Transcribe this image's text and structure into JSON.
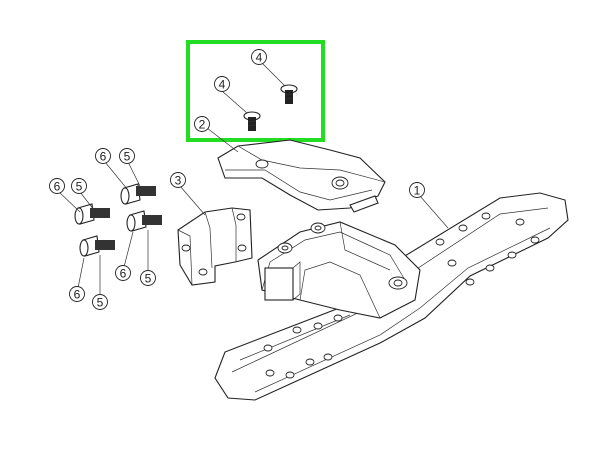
{
  "diagram": {
    "highlight_color": "#22dd22",
    "line_color": "#222222",
    "callouts": [
      {
        "id": "c4a",
        "label": "4"
      },
      {
        "id": "c4b",
        "label": "4"
      },
      {
        "id": "c2",
        "label": "2"
      },
      {
        "id": "c3",
        "label": "3"
      },
      {
        "id": "c1",
        "label": "1"
      },
      {
        "id": "c6a",
        "label": "6"
      },
      {
        "id": "c5a",
        "label": "5"
      },
      {
        "id": "c6b",
        "label": "6"
      },
      {
        "id": "c5b",
        "label": "5"
      },
      {
        "id": "c6c",
        "label": "6"
      },
      {
        "id": "c5c",
        "label": "5"
      },
      {
        "id": "c6d",
        "label": "6"
      },
      {
        "id": "c5d",
        "label": "5"
      }
    ]
  }
}
